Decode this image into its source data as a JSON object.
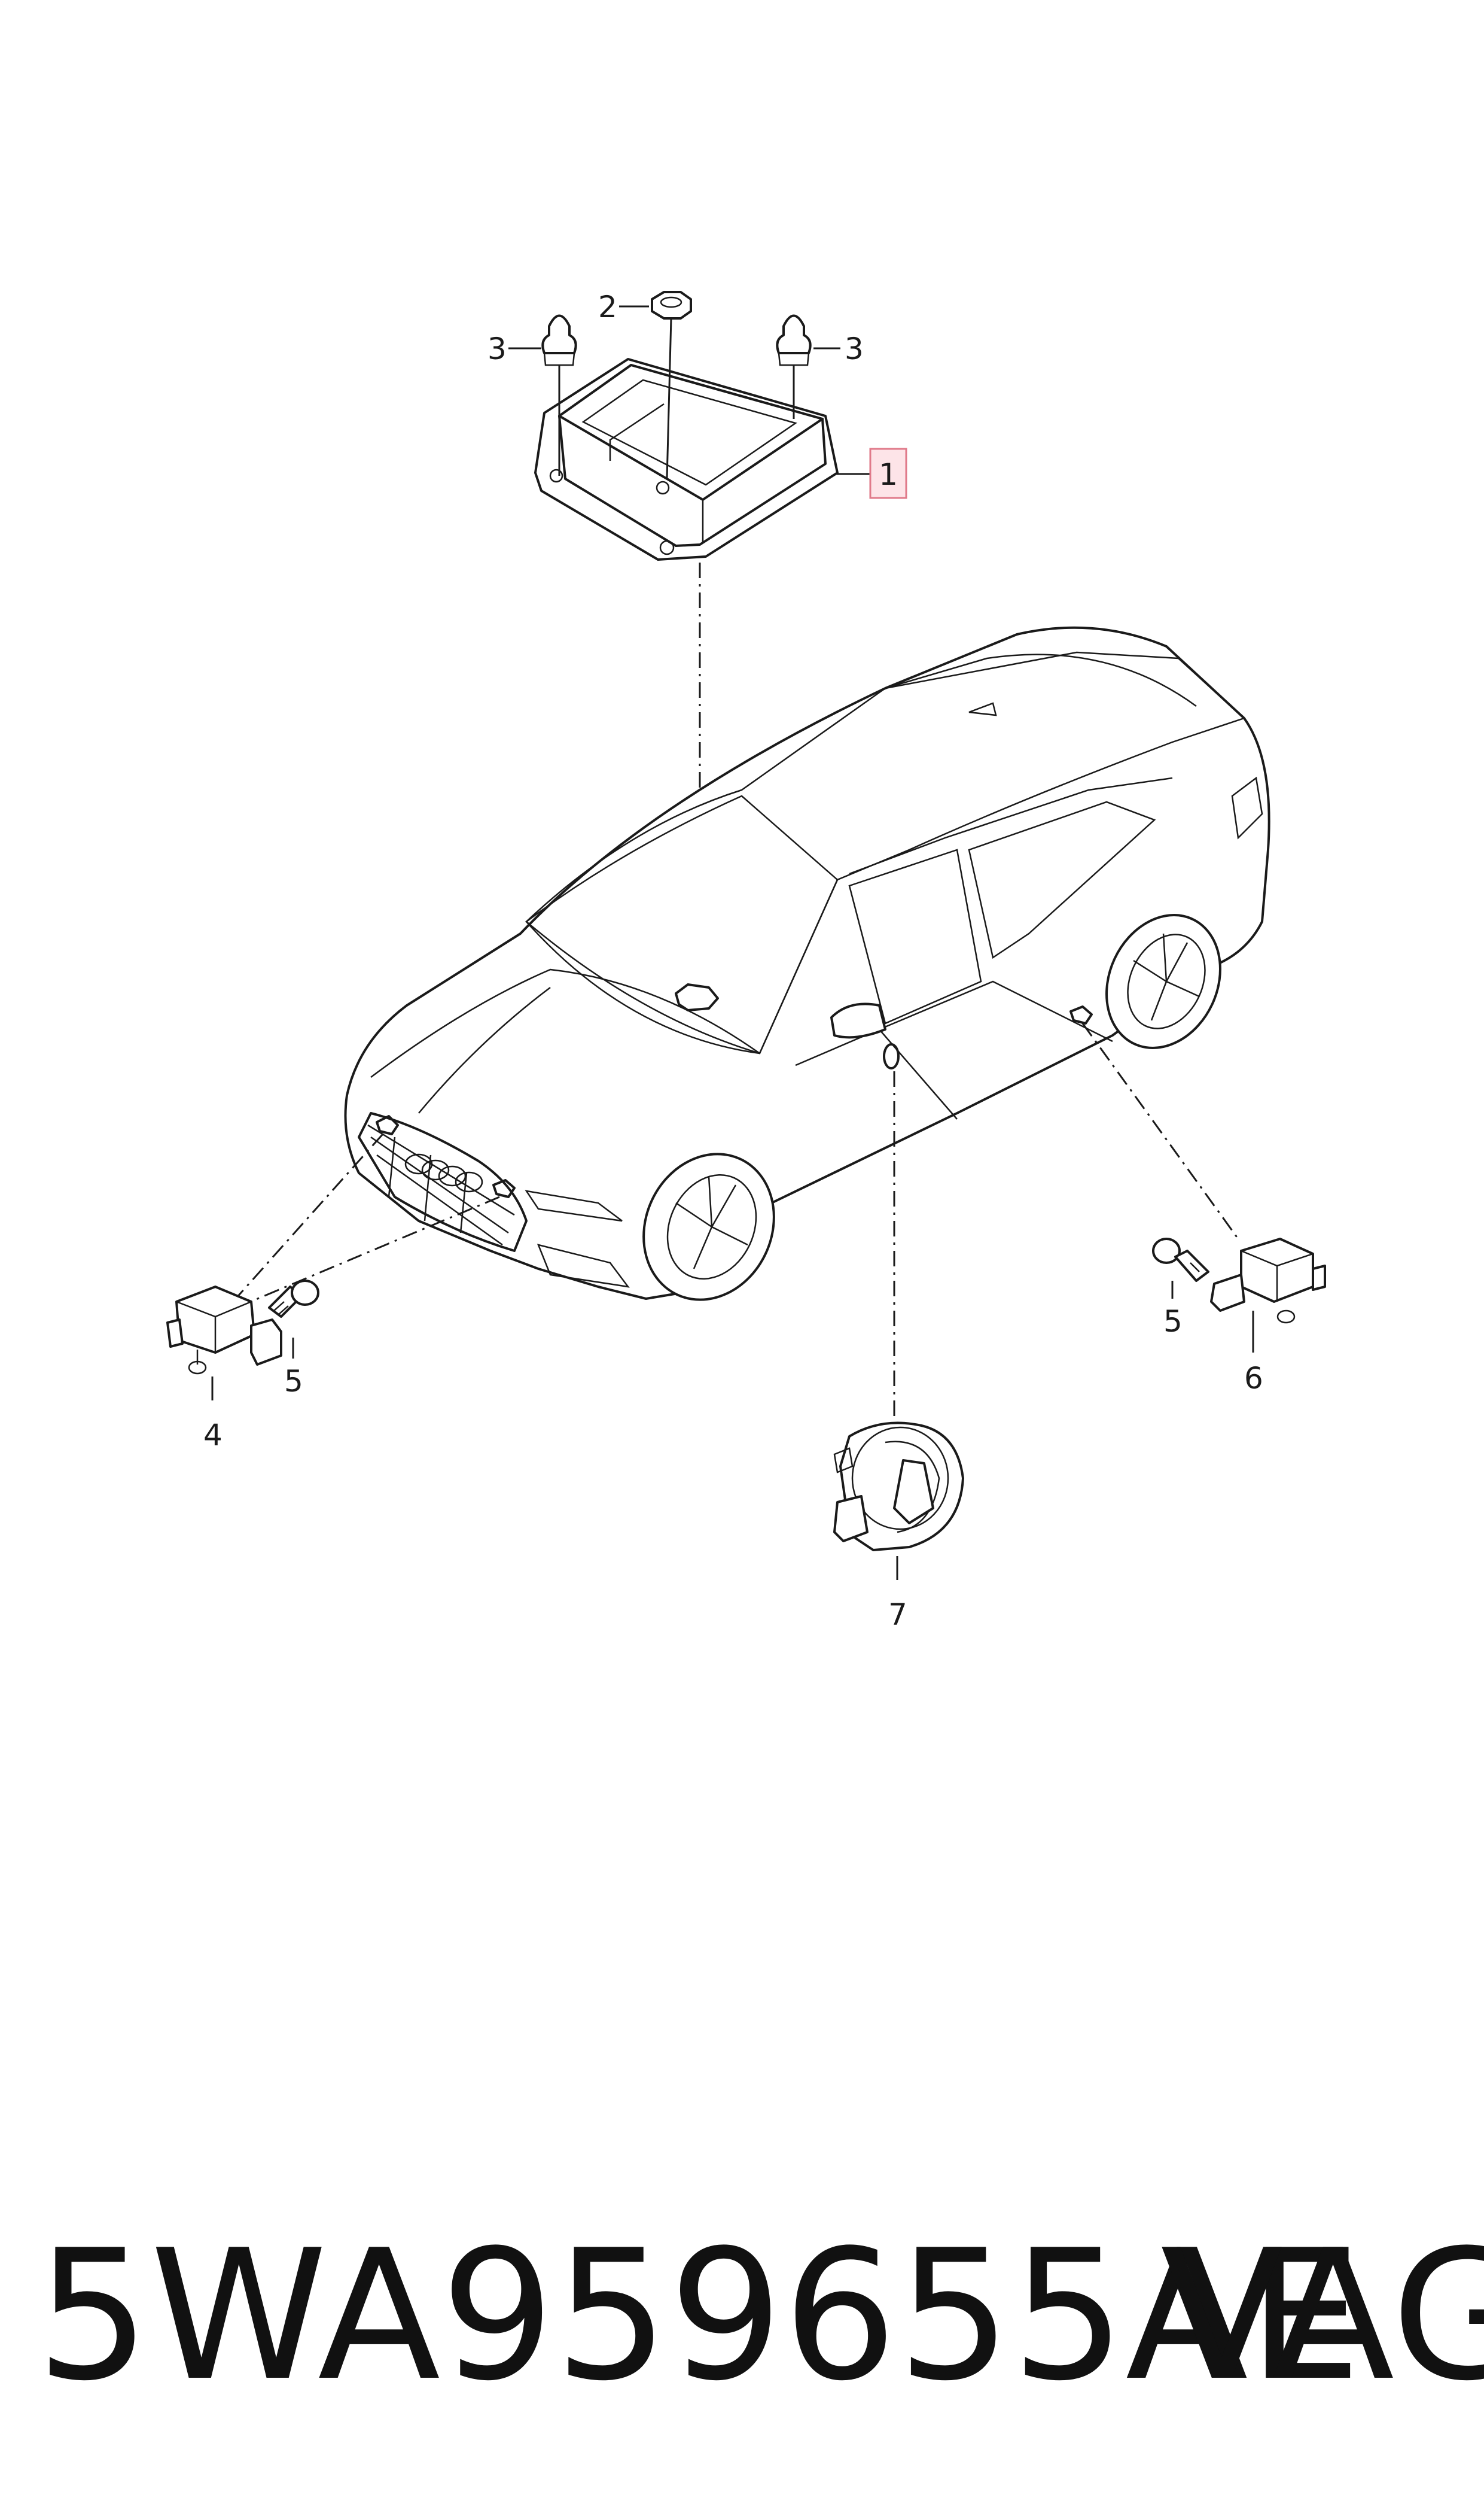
{
  "callouts": {
    "c1": "1",
    "c2": "2",
    "c3a": "3",
    "c3b": "3",
    "c4": "4",
    "c5a": "5",
    "c5b": "5",
    "c6": "6",
    "c7": "7"
  },
  "footer": {
    "part_number": "5WA959655AE",
    "brand": "VAG"
  },
  "colors": {
    "highlight_fill": "#fde4e8",
    "highlight_border": "#e07a8a",
    "line": "#1a1a1a"
  }
}
